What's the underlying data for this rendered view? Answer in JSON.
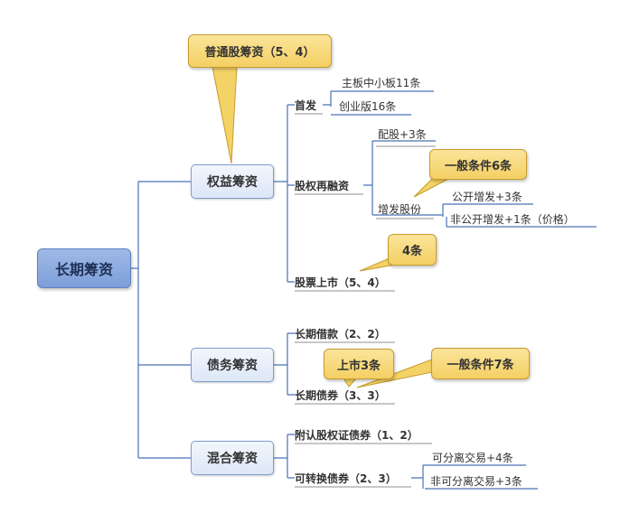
{
  "root": "长期筹资",
  "equity": {
    "label": "权益筹资",
    "callout": "普通股筹资（5、4）",
    "ipo": {
      "label": "首发",
      "items": [
        "主板中小板11条",
        "创业版16条"
      ]
    },
    "refinance": {
      "label": "股权再融资",
      "rights": "配股+3条",
      "seo": {
        "label": "增发股份",
        "callout": "一般条件6条",
        "items": [
          "公开增发+3条",
          "非公开增发+1条（价格）"
        ]
      }
    },
    "listing": {
      "label": "股票上市（5、4）",
      "callout": "4条"
    }
  },
  "debt": {
    "label": "债务筹资",
    "loan": "长期借款（2、2）",
    "bond": {
      "label": "长期债券（3、3）",
      "callout_listing": "上市3条",
      "callout_general": "一般条件7条"
    }
  },
  "hybrid": {
    "label": "混合筹资",
    "warrant_bond": "附认股权证债券（1、2）",
    "convertible": {
      "label": "可转换债券（2、3）",
      "items": [
        "可分离交易+4条",
        "非可分离交易+3条"
      ]
    }
  },
  "colors": {
    "line": "#4a72b8",
    "callout_fill": "#f7d774",
    "root_fill": "#8eaee0",
    "main_fill": "#e8effb"
  }
}
